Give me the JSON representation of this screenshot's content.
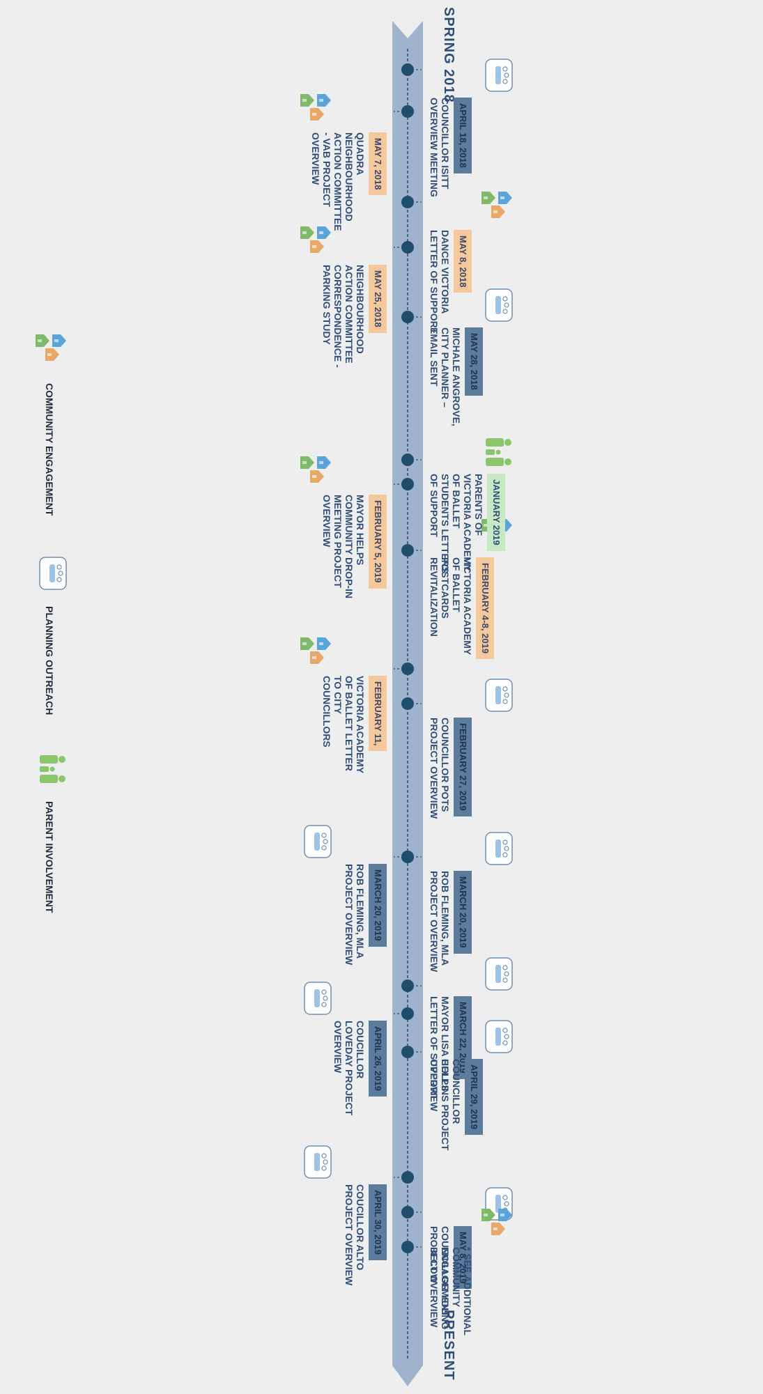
{
  "timeline": {
    "start_label": "SPRING 2018",
    "end_label": "PRESENT",
    "colors": {
      "band": "#9fb3cf",
      "node": "#1f4e6b",
      "connector": "#1f4e6b",
      "planning_box": "#5b7c9d",
      "community_box": "#f4c89a",
      "parent_box": "#c7e8c3",
      "text": "#2f4e78"
    },
    "events": [
      {
        "side": "above",
        "type": "planning",
        "date": "APRIL 18, 2018",
        "desc": "COUNCILLOR ISITT OVERVIEW MEETING"
      },
      {
        "side": "below",
        "type": "community",
        "date": "MAY 7, 2018",
        "desc": "QUADRA NEIGHBOURHOOD ACTION COMMITTEE - VAB PROJECT OVERVIEW"
      },
      {
        "side": "above",
        "type": "community",
        "date": "MAY 8, 2018",
        "desc": "DANCE VICTORIA LETTER OF SUPPORT"
      },
      {
        "side": "below",
        "type": "community",
        "date": "MAY 25, 2018",
        "desc": "NEIGHBOURHOOD ACTION COMMITTEE CORRESPONDENCE - PARKING STUDY"
      },
      {
        "side": "above",
        "type": "planning",
        "date": "MAY 28, 2018",
        "desc": "MICHALE ANGROVE, CITY PLANNER – EMAIL SENT"
      },
      {
        "side": "above",
        "type": "parent",
        "date": "JANUARY 2019",
        "desc": "PARENTS OF VICTORIA ACADEMY OF BALLET STUDENTS LETTERS OF SUPPORT"
      },
      {
        "side": "below",
        "type": "community",
        "date": "FEBRUARY 5, 2019",
        "desc": "MAYOR HELPS COMMUNITY DROP-IN MEETING PROJECT OVERVIEW"
      },
      {
        "side": "above",
        "type": "community",
        "date": "FEBRUARY 4-8, 2019",
        "desc": "VICTORIA ACADEMY OF BALLET POSTCARDS REVITALIZATION"
      },
      {
        "side": "below",
        "type": "community",
        "date": "FEBRUARY 11,",
        "desc": "VICTORIA ACADEMY OF BALLET LETTER TO CITY COUNCILLORS"
      },
      {
        "side": "above",
        "type": "planning",
        "date": "FEBRUARY 27, 2019",
        "desc": "COUNCILLOR POTS PROJECT OVERVIEW"
      },
      {
        "side": "above",
        "type": "planning",
        "date": "MARCH 20, 2019",
        "desc": "ROB FLEMING, MLA PROJECT OVERVIEW"
      },
      {
        "side": "below",
        "type": "planning",
        "date": "MARCH 20, 2019",
        "desc": "ROB FLEMING, MLA PROJECT OVERVIEW"
      },
      {
        "side": "above",
        "type": "planning",
        "date": "MARCH 22, 2019",
        "desc": "MAYOR LISA HELPS LETTER OF SUPPORT"
      },
      {
        "side": "below",
        "type": "planning",
        "date": "APRIL 26, 2019",
        "desc": "COUCILLOR LOVEDAY PROJECT OVERVIEW"
      },
      {
        "side": "above",
        "type": "planning",
        "date": "APRIL 29, 2019",
        "desc": "COUNCILLOR COLLINS PROJECT OVERVIEW"
      },
      {
        "side": "below",
        "type": "planning",
        "date": "APRIL 30, 2019",
        "desc": "COUCILLOR ALTO PROJECT OVERVIEW"
      },
      {
        "side": "above",
        "type": "planning",
        "date": "MAY 8, 2019",
        "desc": "COUNCILLOR YOUNG PROJECT OVERVIEW"
      },
      {
        "side": "above",
        "type": "community",
        "date": "",
        "desc": "* SEE ADDITIONAL COMMUNITY ENGAGEMENT BELOW"
      }
    ]
  },
  "legend": {
    "items": [
      {
        "type": "community",
        "label": "COMMUNITY ENGAGEMENT",
        "icon": "houses-icon"
      },
      {
        "type": "planning",
        "label": "PLANNING OUTREACH",
        "icon": "meeting-table-icon"
      },
      {
        "type": "parent",
        "label": "PARENT INVOLVEMENT",
        "icon": "parents-icon"
      }
    ]
  }
}
